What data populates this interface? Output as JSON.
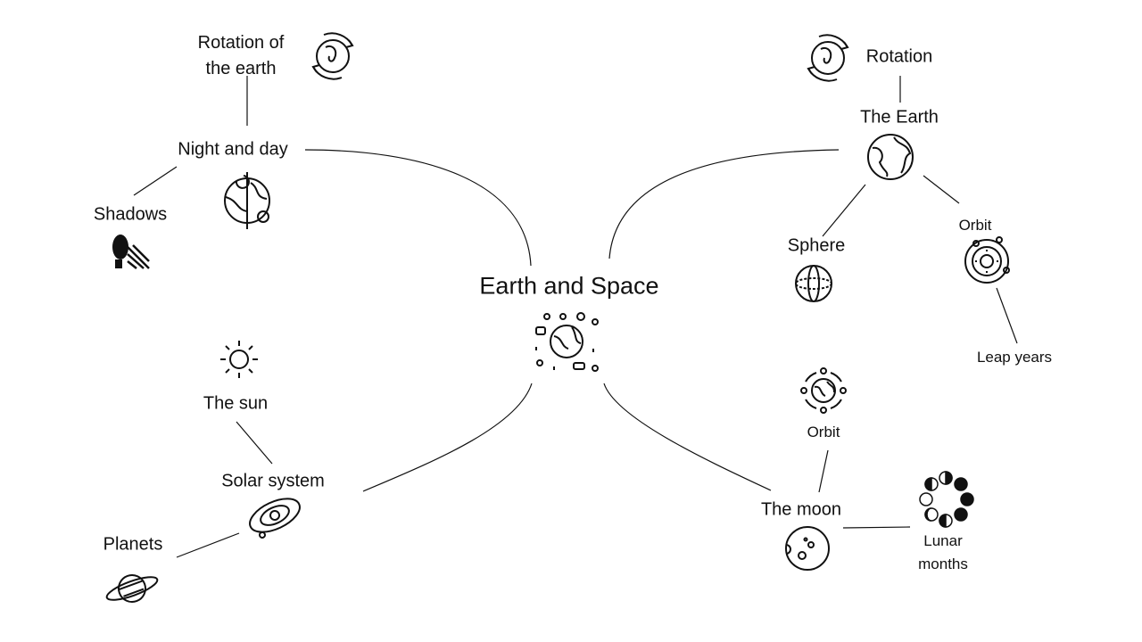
{
  "title": "Earth and Space",
  "nodes": {
    "rotation_of_earth": [
      "Rotation of",
      "the earth"
    ],
    "night_and_day": "Night and day",
    "shadows": "Shadows",
    "the_sun": "The sun",
    "solar_system": "Solar system",
    "planets": "Planets",
    "rotation": "Rotation",
    "the_earth": "The Earth",
    "sphere": "Sphere",
    "earth_orbit": "Orbit",
    "leap_years": "Leap years",
    "moon_orbit": "Orbit",
    "the_moon": "The moon",
    "lunar_months": [
      "Lunar",
      "months"
    ]
  }
}
